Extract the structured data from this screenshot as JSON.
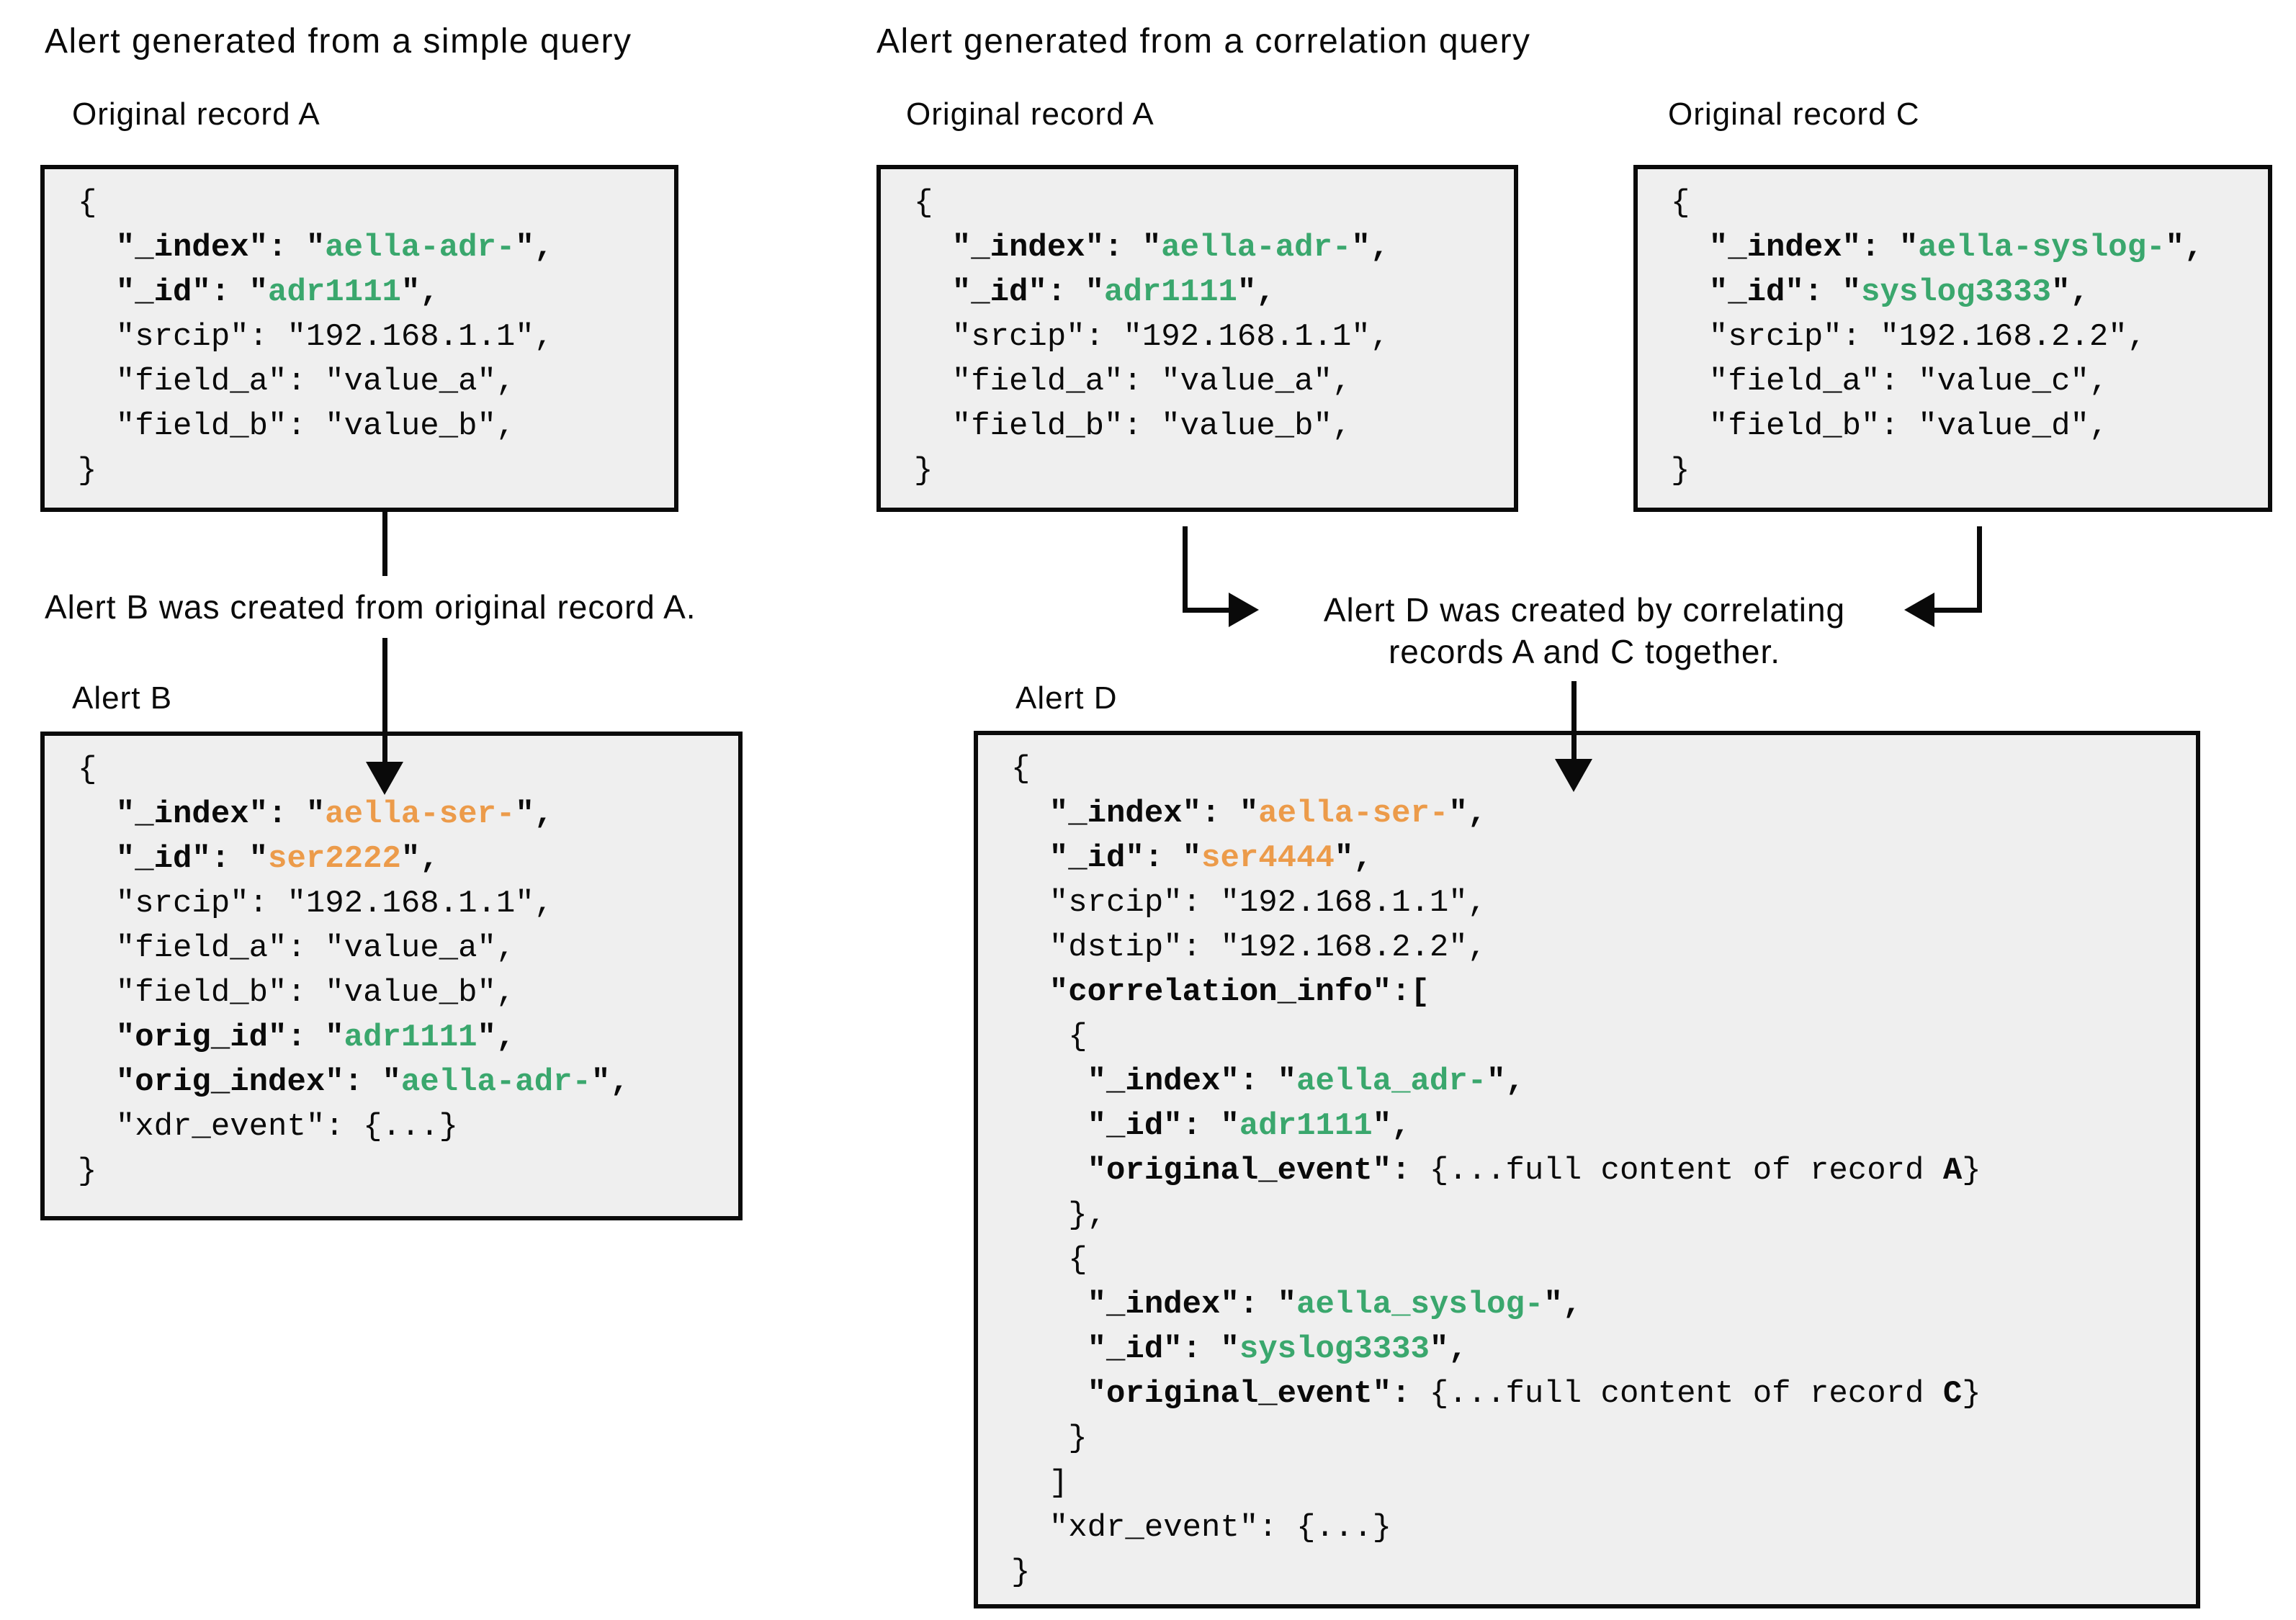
{
  "palette": {
    "green": "#3aa76d",
    "orange": "#ec9b4a",
    "box_bg": "#efefef",
    "line": "#0a0a0a",
    "text": "#0a0a0a"
  },
  "simple_section": {
    "title": "Alert generated from a simple query",
    "record_a_label": "Original record A",
    "annotation": "Alert B was created from original record A.",
    "alert_b_label": "Alert B"
  },
  "correlation_section": {
    "title": "Alert generated from a correlation query",
    "record_a_label": "Original record A",
    "record_c_label": "Original record C",
    "annotation_line1": "Alert D was created by correlating",
    "annotation_line2": "records A and C together.",
    "alert_d_label": "Alert D"
  },
  "records": {
    "record_a": {
      "lines": [
        [
          [
            "p",
            "{"
          ]
        ],
        [
          [
            "b",
            "  \"_index\": \""
          ],
          [
            "g",
            "aella-adr-"
          ],
          [
            "b",
            "\","
          ]
        ],
        [
          [
            "b",
            "  \"_id\": \""
          ],
          [
            "g",
            "adr1111"
          ],
          [
            "b",
            "\","
          ]
        ],
        [
          [
            "p",
            "  \"srcip\": \"192.168.1.1\","
          ]
        ],
        [
          [
            "p",
            "  \"field_a\": \"value_a\","
          ]
        ],
        [
          [
            "p",
            "  \"field_b\": \"value_b\","
          ]
        ],
        [
          [
            "p",
            "}"
          ]
        ]
      ]
    },
    "record_c": {
      "lines": [
        [
          [
            "p",
            "{"
          ]
        ],
        [
          [
            "b",
            "  \"_index\": \""
          ],
          [
            "g",
            "aella-syslog-"
          ],
          [
            "b",
            "\","
          ]
        ],
        [
          [
            "b",
            "  \"_id\": \""
          ],
          [
            "g",
            "syslog3333"
          ],
          [
            "b",
            "\","
          ]
        ],
        [
          [
            "p",
            "  \"srcip\": \"192.168.2.2\","
          ]
        ],
        [
          [
            "p",
            "  \"field_a\": \"value_c\","
          ]
        ],
        [
          [
            "p",
            "  \"field_b\": \"value_d\","
          ]
        ],
        [
          [
            "p",
            "}"
          ]
        ]
      ]
    },
    "alert_b": {
      "lines": [
        [
          [
            "p",
            "{"
          ]
        ],
        [
          [
            "b",
            "  \"_index\": \""
          ],
          [
            "o",
            "aella-ser-"
          ],
          [
            "b",
            "\","
          ]
        ],
        [
          [
            "b",
            "  \"_id\": \""
          ],
          [
            "o",
            "ser2222"
          ],
          [
            "b",
            "\","
          ]
        ],
        [
          [
            "p",
            "  \"srcip\": \"192.168.1.1\","
          ]
        ],
        [
          [
            "p",
            "  \"field_a\": \"value_a\","
          ]
        ],
        [
          [
            "p",
            "  \"field_b\": \"value_b\","
          ]
        ],
        [
          [
            "b",
            "  \"orig_id\": \""
          ],
          [
            "g",
            "adr1111"
          ],
          [
            "b",
            "\","
          ]
        ],
        [
          [
            "b",
            "  \"orig_index\": \""
          ],
          [
            "g",
            "aella-adr-"
          ],
          [
            "b",
            "\","
          ]
        ],
        [
          [
            "p",
            "  \"xdr_event\": {...}"
          ]
        ],
        [
          [
            "p",
            "}"
          ]
        ]
      ]
    },
    "alert_d": {
      "lines": [
        [
          [
            "p",
            "{"
          ]
        ],
        [
          [
            "b",
            "  \"_index\": \""
          ],
          [
            "o",
            "aella-ser-"
          ],
          [
            "b",
            "\","
          ]
        ],
        [
          [
            "b",
            "  \"_id\": \""
          ],
          [
            "o",
            "ser4444"
          ],
          [
            "b",
            "\","
          ]
        ],
        [
          [
            "p",
            "  \"srcip\": \"192.168.1.1\","
          ]
        ],
        [
          [
            "p",
            "  \"dstip\": \"192.168.2.2\","
          ]
        ],
        [
          [
            "b",
            "  \"correlation_info\":["
          ]
        ],
        [
          [
            "p",
            "   {"
          ]
        ],
        [
          [
            "b",
            "    \"_index\": \""
          ],
          [
            "g",
            "aella_adr-"
          ],
          [
            "b",
            "\","
          ]
        ],
        [
          [
            "b",
            "    \"_id\": \""
          ],
          [
            "g",
            "adr1111"
          ],
          [
            "b",
            "\","
          ]
        ],
        [
          [
            "b",
            "    \"original_event\": "
          ],
          [
            "p",
            "{...full content of record "
          ],
          [
            "b",
            "A"
          ],
          [
            "p",
            "}"
          ]
        ],
        [
          [
            "p",
            "   },"
          ]
        ],
        [
          [
            "p",
            "   {"
          ]
        ],
        [
          [
            "b",
            "    \"_index\": \""
          ],
          [
            "g",
            "aella_syslog-"
          ],
          [
            "b",
            "\","
          ]
        ],
        [
          [
            "b",
            "    \"_id\": \""
          ],
          [
            "g",
            "syslog3333"
          ],
          [
            "b",
            "\","
          ]
        ],
        [
          [
            "b",
            "    \"original_event\": "
          ],
          [
            "p",
            "{...full content of record "
          ],
          [
            "b",
            "C"
          ],
          [
            "p",
            "}"
          ]
        ],
        [
          [
            "p",
            "   }"
          ]
        ],
        [
          [
            "p",
            "  ]"
          ]
        ],
        [
          [
            "p",
            "  \"xdr_event\": {...}"
          ]
        ],
        [
          [
            "p",
            "}"
          ]
        ]
      ]
    }
  }
}
